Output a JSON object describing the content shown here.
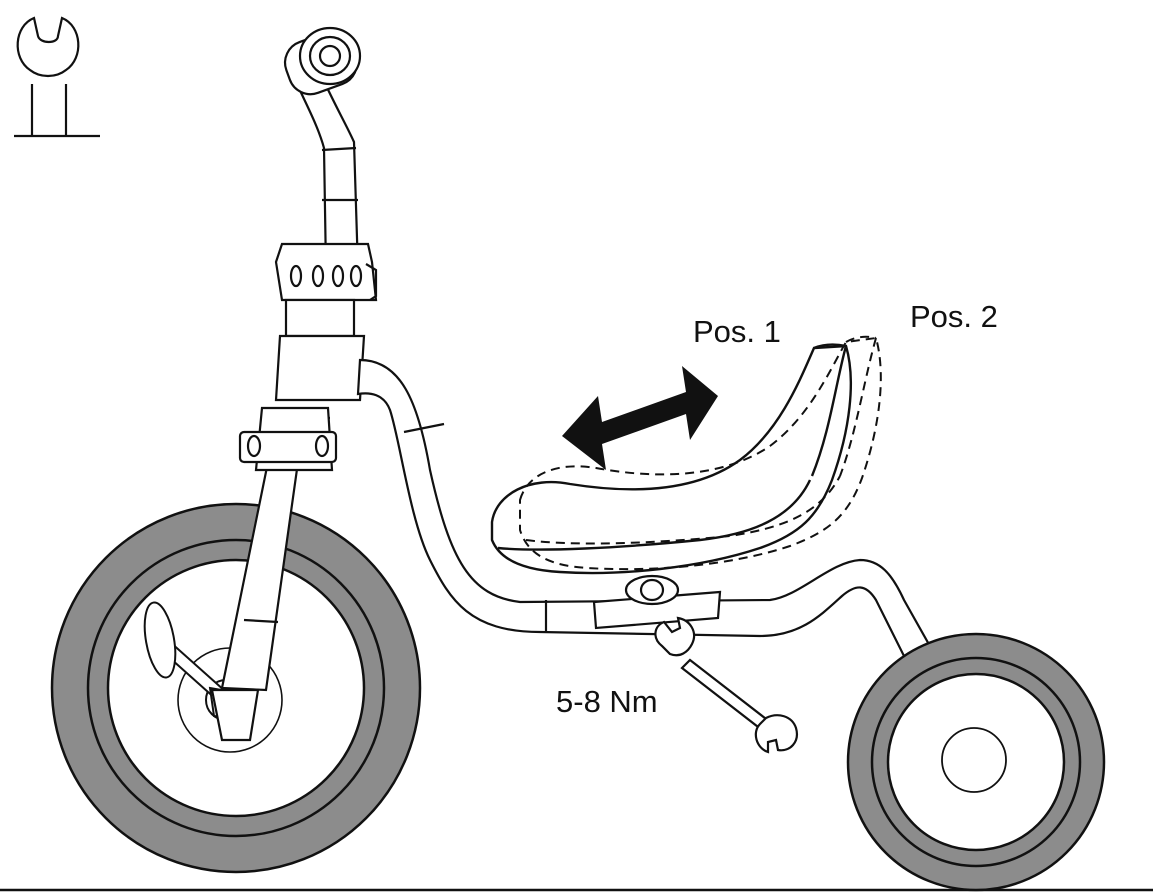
{
  "labels": {
    "pos1": "Pos. 1",
    "pos2": "Pos. 2",
    "torque": "5-8 Nm"
  },
  "colors": {
    "line": "#111111",
    "tire": "#8c8c8c",
    "background": "#ffffff"
  },
  "icons": {
    "tool_symbol": "open-wrench-on-stand-icon",
    "wrench": "wrench-icon",
    "adjust_arrow": "double-arrow-icon"
  }
}
